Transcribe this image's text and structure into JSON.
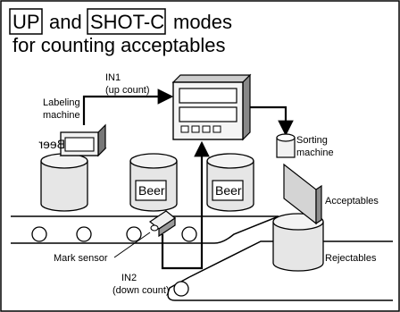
{
  "title": {
    "mode_a": "UP",
    "and": "and",
    "mode_b": "SHOT-C",
    "modes": "modes",
    "line2": "for counting acceptables"
  },
  "labels": {
    "in1": "IN1",
    "in1_sub": "(up count)",
    "labeling": "Labeling",
    "labeling_2": "machine",
    "sorting": "Sorting",
    "sorting_2": "machine",
    "acceptables": "Acceptables",
    "mark_sensor": "Mark sensor",
    "rejectables": "Rejectables",
    "in2": "IN2",
    "in2_sub": "(down count)",
    "beer": "Beer"
  },
  "colors": {
    "can_fill": "#d8d8d8",
    "shade": "#9a9a9a",
    "gate": "#cfcfcf",
    "stroke": "#000000"
  }
}
